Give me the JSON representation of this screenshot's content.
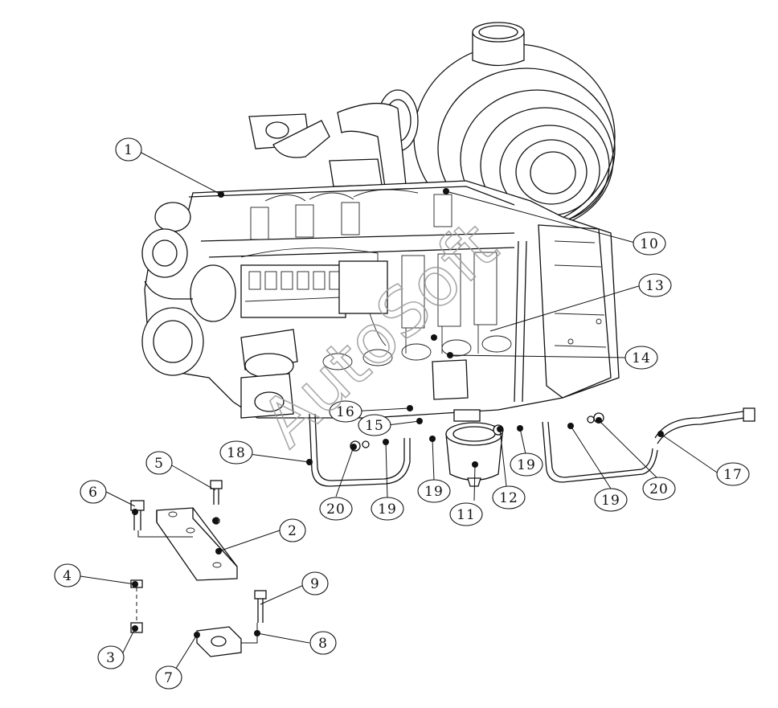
{
  "watermark": "AutoSoft",
  "callouts": [
    {
      "id": "c1",
      "label": "1"
    },
    {
      "id": "c2",
      "label": "2"
    },
    {
      "id": "c3",
      "label": "3"
    },
    {
      "id": "c4",
      "label": "4"
    },
    {
      "id": "c5",
      "label": "5"
    },
    {
      "id": "c6",
      "label": "6"
    },
    {
      "id": "c7",
      "label": "7"
    },
    {
      "id": "c8",
      "label": "8"
    },
    {
      "id": "c9",
      "label": "9"
    },
    {
      "id": "c10",
      "label": "10"
    },
    {
      "id": "c11",
      "label": "11"
    },
    {
      "id": "c12",
      "label": "12"
    },
    {
      "id": "c13",
      "label": "13"
    },
    {
      "id": "c14",
      "label": "14"
    },
    {
      "id": "c15",
      "label": "15"
    },
    {
      "id": "c16",
      "label": "16"
    },
    {
      "id": "c17",
      "label": "17"
    },
    {
      "id": "c18",
      "label": "18"
    },
    {
      "id": "c19a",
      "label": "19"
    },
    {
      "id": "c19b",
      "label": "19"
    },
    {
      "id": "c19c",
      "label": "19"
    },
    {
      "id": "c19d",
      "label": "19"
    },
    {
      "id": "c20a",
      "label": "20"
    },
    {
      "id": "c20b",
      "label": "20"
    }
  ]
}
